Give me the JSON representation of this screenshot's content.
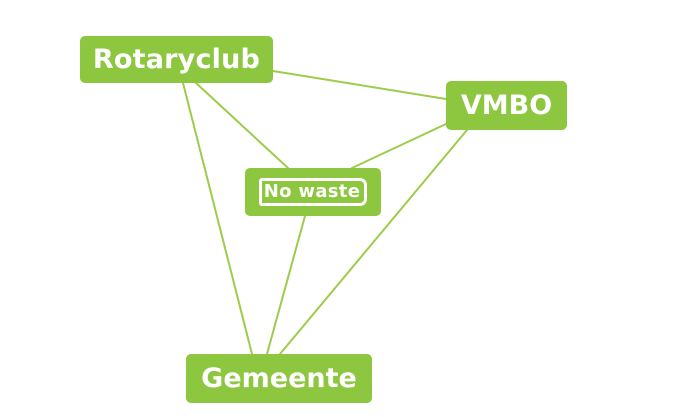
{
  "diagram": {
    "type": "network",
    "accent_color": "#8dc63f",
    "edge_color": "#9dcc4a",
    "background": "#ffffff",
    "nodes": [
      {
        "id": "rotaryclub",
        "label": "Rotaryclub"
      },
      {
        "id": "vmbo",
        "label": "VMBO"
      },
      {
        "id": "nowaste",
        "label": "No waste",
        "style": "logo"
      },
      {
        "id": "gemeente",
        "label": "Gemeente"
      }
    ],
    "edges": [
      {
        "from": "rotaryclub",
        "to": "vmbo"
      },
      {
        "from": "rotaryclub",
        "to": "nowaste"
      },
      {
        "from": "rotaryclub",
        "to": "gemeente"
      },
      {
        "from": "vmbo",
        "to": "nowaste"
      },
      {
        "from": "vmbo",
        "to": "gemeente"
      },
      {
        "from": "nowaste",
        "to": "gemeente"
      }
    ]
  },
  "labels": {
    "rotaryclub": "Rotaryclub",
    "vmbo": "VMBO",
    "nowaste": "No waste",
    "gemeente": "Gemeente"
  }
}
